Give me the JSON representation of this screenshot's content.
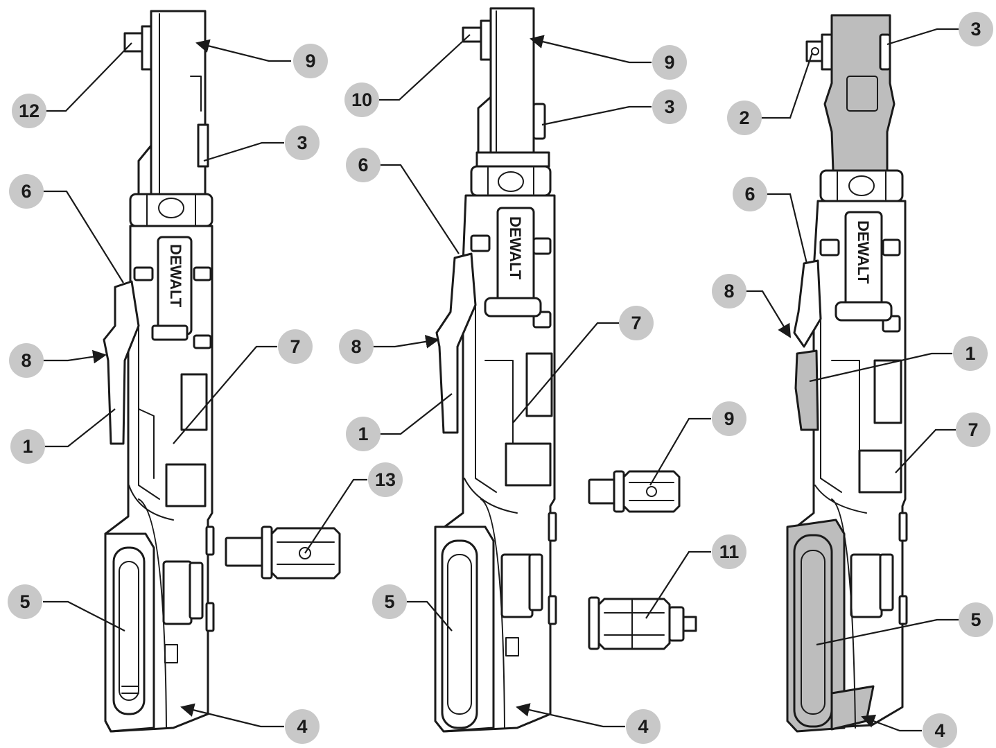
{
  "brand": "DEWALT",
  "colors": {
    "bubble": "#c8c8c8",
    "ink": "#1a1a1a",
    "shade": "#bdbdbd"
  },
  "callouts": [
    {
      "id": "c1",
      "label": "12"
    },
    {
      "id": "c2",
      "label": "9"
    },
    {
      "id": "c3",
      "label": "3"
    },
    {
      "id": "c4",
      "label": "6"
    },
    {
      "id": "c5",
      "label": "7"
    },
    {
      "id": "c6",
      "label": "8"
    },
    {
      "id": "c7",
      "label": "1"
    },
    {
      "id": "c8",
      "label": "5"
    },
    {
      "id": "c9",
      "label": "4"
    },
    {
      "id": "c10",
      "label": "13"
    },
    {
      "id": "c11",
      "label": "10"
    },
    {
      "id": "c12",
      "label": "9"
    },
    {
      "id": "c13",
      "label": "3"
    },
    {
      "id": "c14",
      "label": "6"
    },
    {
      "id": "c15",
      "label": "7"
    },
    {
      "id": "c16",
      "label": "8"
    },
    {
      "id": "c17",
      "label": "1"
    },
    {
      "id": "c18",
      "label": "5"
    },
    {
      "id": "c19",
      "label": "4"
    },
    {
      "id": "c20",
      "label": "9"
    },
    {
      "id": "c21",
      "label": "11"
    },
    {
      "id": "c22",
      "label": "3"
    },
    {
      "id": "c23",
      "label": "2"
    },
    {
      "id": "c24",
      "label": "6"
    },
    {
      "id": "c25",
      "label": "8"
    },
    {
      "id": "c26",
      "label": "1"
    },
    {
      "id": "c27",
      "label": "7"
    },
    {
      "id": "c28",
      "label": "5"
    },
    {
      "id": "c29",
      "label": "4"
    }
  ]
}
